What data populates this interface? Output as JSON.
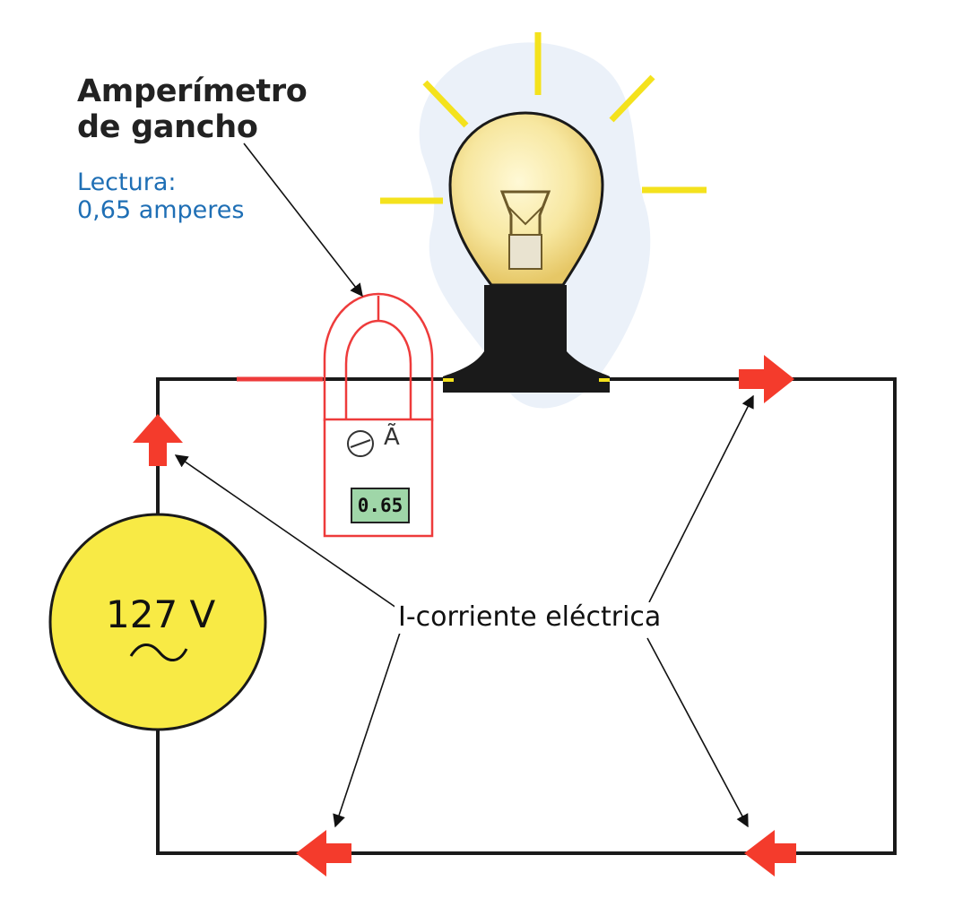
{
  "title_line1": "Amperímetro",
  "title_line2": "de gancho",
  "reading_label": "Lectura:",
  "reading_value": "0,65 amperes",
  "current_label": "I-corriente eléctrica",
  "voltage_label": "127 V",
  "ac_symbol": "~",
  "ammeter_unit": "Ã",
  "meter_display": "0.65",
  "colors": {
    "wire": "#1a1a1a",
    "clamp": "#ee3b3b",
    "arrow": "#f43b2c",
    "source_fill": "#f8ea45",
    "bulb_glass": "#f7e7a0",
    "bulb_base": "#1a1a1a",
    "rays": "#f4e21d",
    "reading_text": "#1f6fb5",
    "display_fill": "#9fd6a8"
  }
}
